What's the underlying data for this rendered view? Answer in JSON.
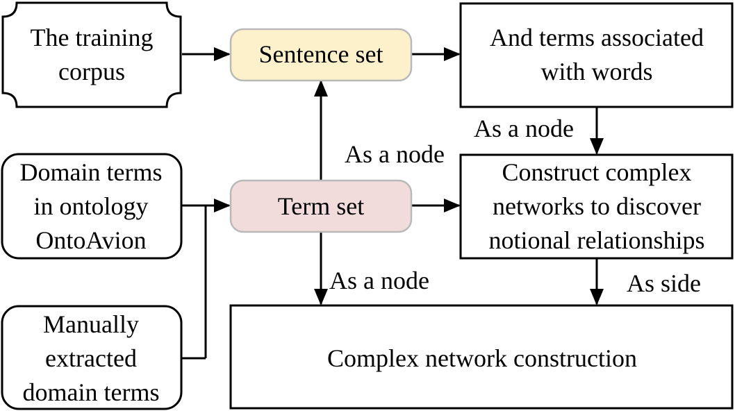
{
  "nodes": {
    "training_corpus": {
      "lines": [
        "The training",
        "corpus"
      ]
    },
    "sentence_set": {
      "lines": [
        "Sentence set"
      ]
    },
    "terms_words": {
      "lines": [
        "And terms associated",
        "with words"
      ]
    },
    "domain_terms": {
      "lines": [
        "Domain terms",
        "in ontology",
        "OntoAvion"
      ]
    },
    "term_set": {
      "lines": [
        "Term set"
      ]
    },
    "construct_networks": {
      "lines": [
        "Construct complex",
        "networks to discover",
        "notional relationships"
      ]
    },
    "manual_terms": {
      "lines": [
        "Manually",
        "extracted",
        "domain terms"
      ]
    },
    "network_construction": {
      "lines": [
        "Complex network construction"
      ]
    }
  },
  "edge_labels": {
    "term_to_sentence": "As a node",
    "words_to_construct": "As a node",
    "term_to_network": "As a node",
    "construct_to_network": "As side"
  },
  "colors": {
    "sentence_set_fill": "#fdf1cc",
    "term_set_fill": "#f1dcdb"
  }
}
